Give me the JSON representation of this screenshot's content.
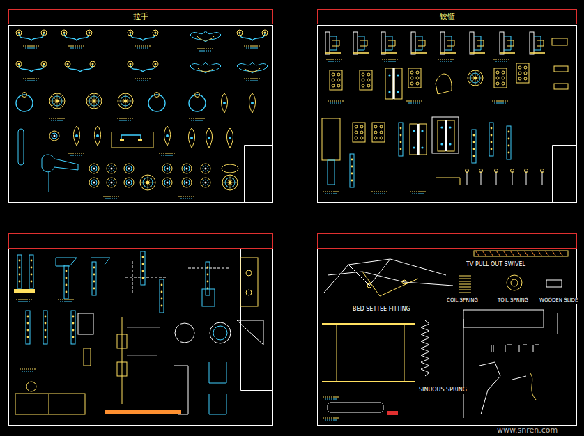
{
  "diagram": {
    "nodes": [
      {
        "text": [
          "拉手"
        ]
      },
      {
        "text": [
          "铰链"
        ]
      }
    ],
    "labels": [
      "TV PULL OUT SWIVEL",
      "BED SETTEE FITTING",
      "COIL SPRING",
      "TOIL SPRING",
      "WOODEN SLIDE",
      "SINUOUS SPRING",
      "www.snren.com"
    ]
  }
}
